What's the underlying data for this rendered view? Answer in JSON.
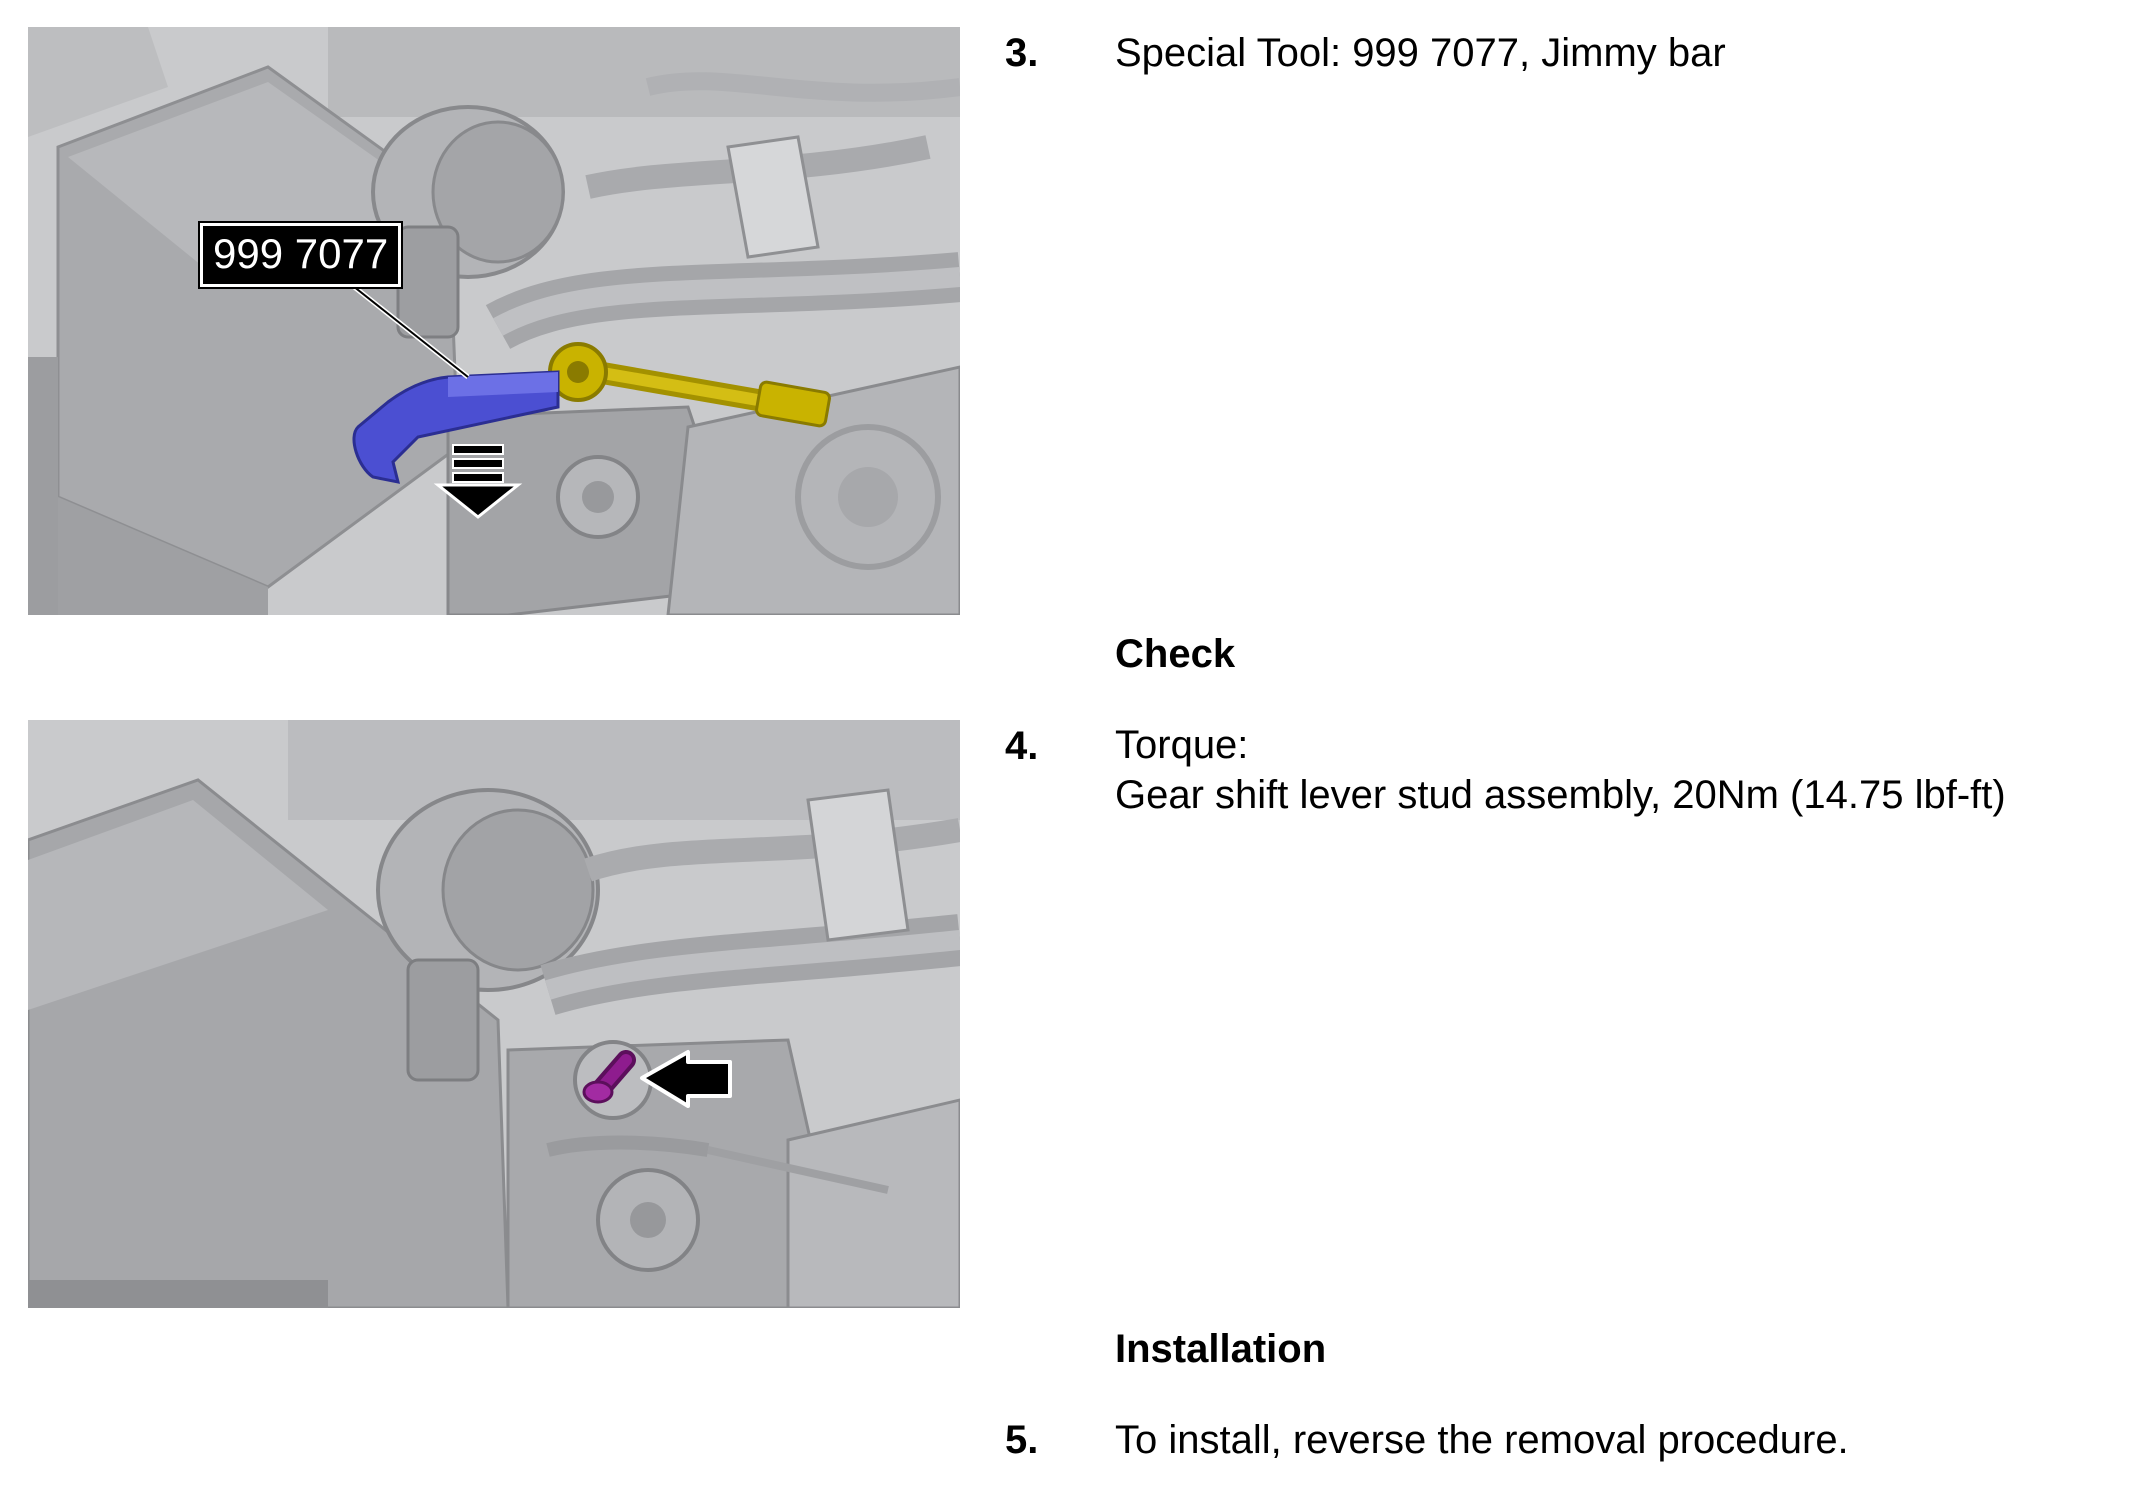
{
  "figures": [
    {
      "callout": "999 7077",
      "highlight_tool_color": "#4b4fd2",
      "highlight_part_color": "#c9b300",
      "arrow_style": "striped-down"
    },
    {
      "highlight_part_color": "#8e1c8e",
      "arrow_style": "solid-left"
    }
  ],
  "steps": [
    {
      "number": "3.",
      "lines": [
        "Special Tool: 999 7077, Jimmy bar"
      ]
    },
    {
      "number": "4.",
      "lines": [
        "Torque:",
        "Gear shift lever stud assembly, 20Nm (14.75 lbf-ft)"
      ]
    },
    {
      "number": "5.",
      "lines": [
        "To install, reverse the removal procedure."
      ]
    }
  ],
  "headings": {
    "check": "Check",
    "installation": "Installation"
  }
}
